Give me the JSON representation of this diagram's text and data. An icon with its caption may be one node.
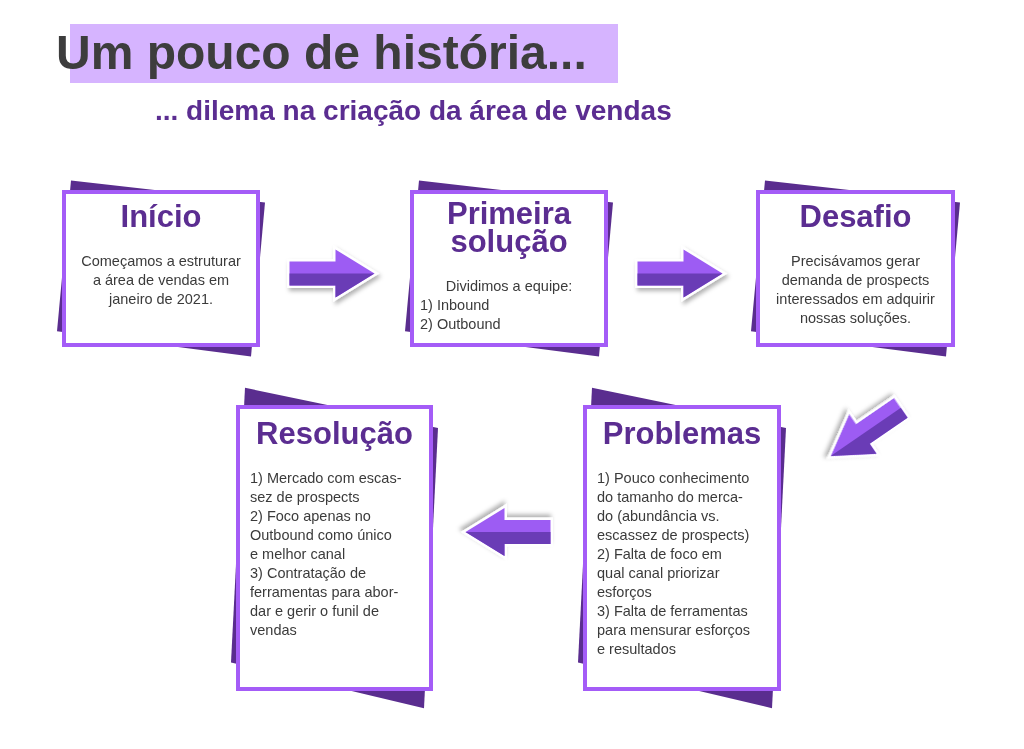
{
  "diagram": {
    "title": "Um pouco de história...",
    "nodes": [
      {
        "text": [
          "Início",
          "Começamos a estruturar a área de vendas em janeiro de 2021."
        ]
      },
      {
        "text": [
          "Primeira solução",
          "Dividimos a equipe:",
          "1) Inbound",
          "2) Outbound"
        ]
      },
      {
        "text": [
          "Desafio",
          "Precisávamos gerar demanda de prospects interessados em adquirir nossas soluções."
        ]
      },
      {
        "text": [
          "Resolução",
          "1) Mercado com escas- sez de prospects",
          "2) Foco apenas no Outbound como único e melhor canal",
          "3) Contratação de ferramentas para abor- dar e gerir o funil de vendas"
        ]
      },
      {
        "text": [
          "Problemas",
          "1) Pouco conhecimento do tamanho do merca- do (abundância vs. escassez de prospects)",
          "2) Falta de foco em qual canal priorizar esforços",
          "3) Falta de ferramentas para mensurar esforços e resultados"
        ]
      }
    ],
    "edges": [
      {
        "from": 0,
        "to": 1,
        "arrow": "to"
      },
      {
        "from": 1,
        "to": 2,
        "arrow": "to"
      },
      {
        "from": 2,
        "to": 4,
        "arrow": "to"
      },
      {
        "from": 4,
        "to": 3,
        "arrow": "to"
      }
    ],
    "labels": [
      "... dilema na criação da área de vendas"
    ]
  }
}
